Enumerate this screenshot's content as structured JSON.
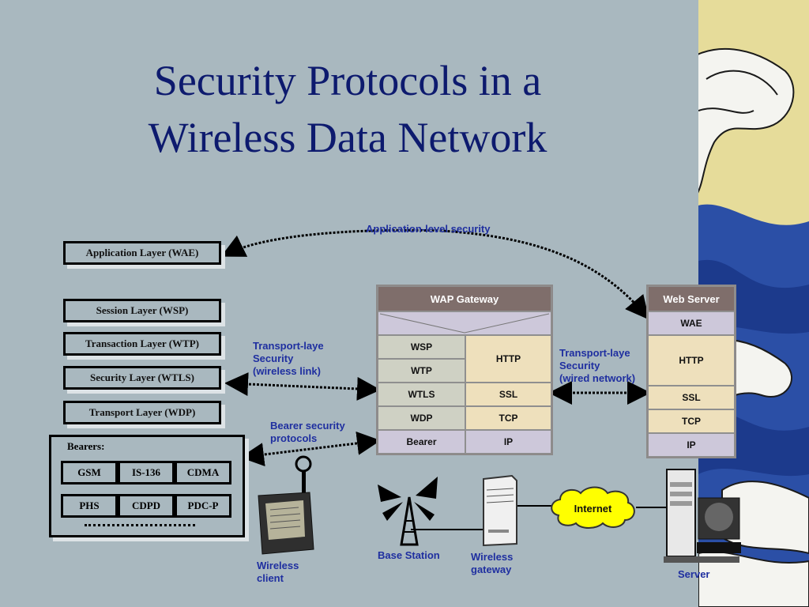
{
  "slide": {
    "title_line1": "Security Protocols in a",
    "title_line2": "Wireless Data Network"
  },
  "stack": {
    "layers": [
      "Application Layer (WAE)",
      "Session Layer (WSP)",
      "Transaction Layer (WTP)",
      "Security Layer (WTLS)",
      "Transport Layer (WDP)"
    ],
    "bearers_title": "Bearers:",
    "bearers": [
      "GSM",
      "IS-136",
      "CDMA",
      "PHS",
      "CDPD",
      "PDC-P"
    ]
  },
  "gateway": {
    "title": "WAP Gateway",
    "left": [
      "WSP",
      "WTP",
      "WTLS",
      "WDP",
      "Bearer"
    ],
    "right": [
      "HTTP",
      "SSL",
      "TCP",
      "IP"
    ]
  },
  "server": {
    "title": "Web Server",
    "rows": [
      "WAE",
      "HTTP",
      "SSL",
      "TCP",
      "IP"
    ]
  },
  "labels": {
    "app_security": "Application-level security",
    "transport_wireless": [
      "Transport-laye",
      "Security",
      "(wireless link)"
    ],
    "transport_wired": [
      "Transport-laye",
      "Security",
      "(wired network)"
    ],
    "bearer_security": [
      "Bearer security",
      "protocols"
    ],
    "internet": "Internet",
    "wireless_client": [
      "Wireless",
      "client"
    ],
    "base_station": "Base Station",
    "wireless_gateway": [
      "Wireless",
      "gateway"
    ],
    "server": "Server"
  },
  "colors": {
    "background": "#a9b8bf",
    "title": "#0d1a6e",
    "label": "#1f2fa0",
    "internet_cloud": "#ffff00"
  }
}
